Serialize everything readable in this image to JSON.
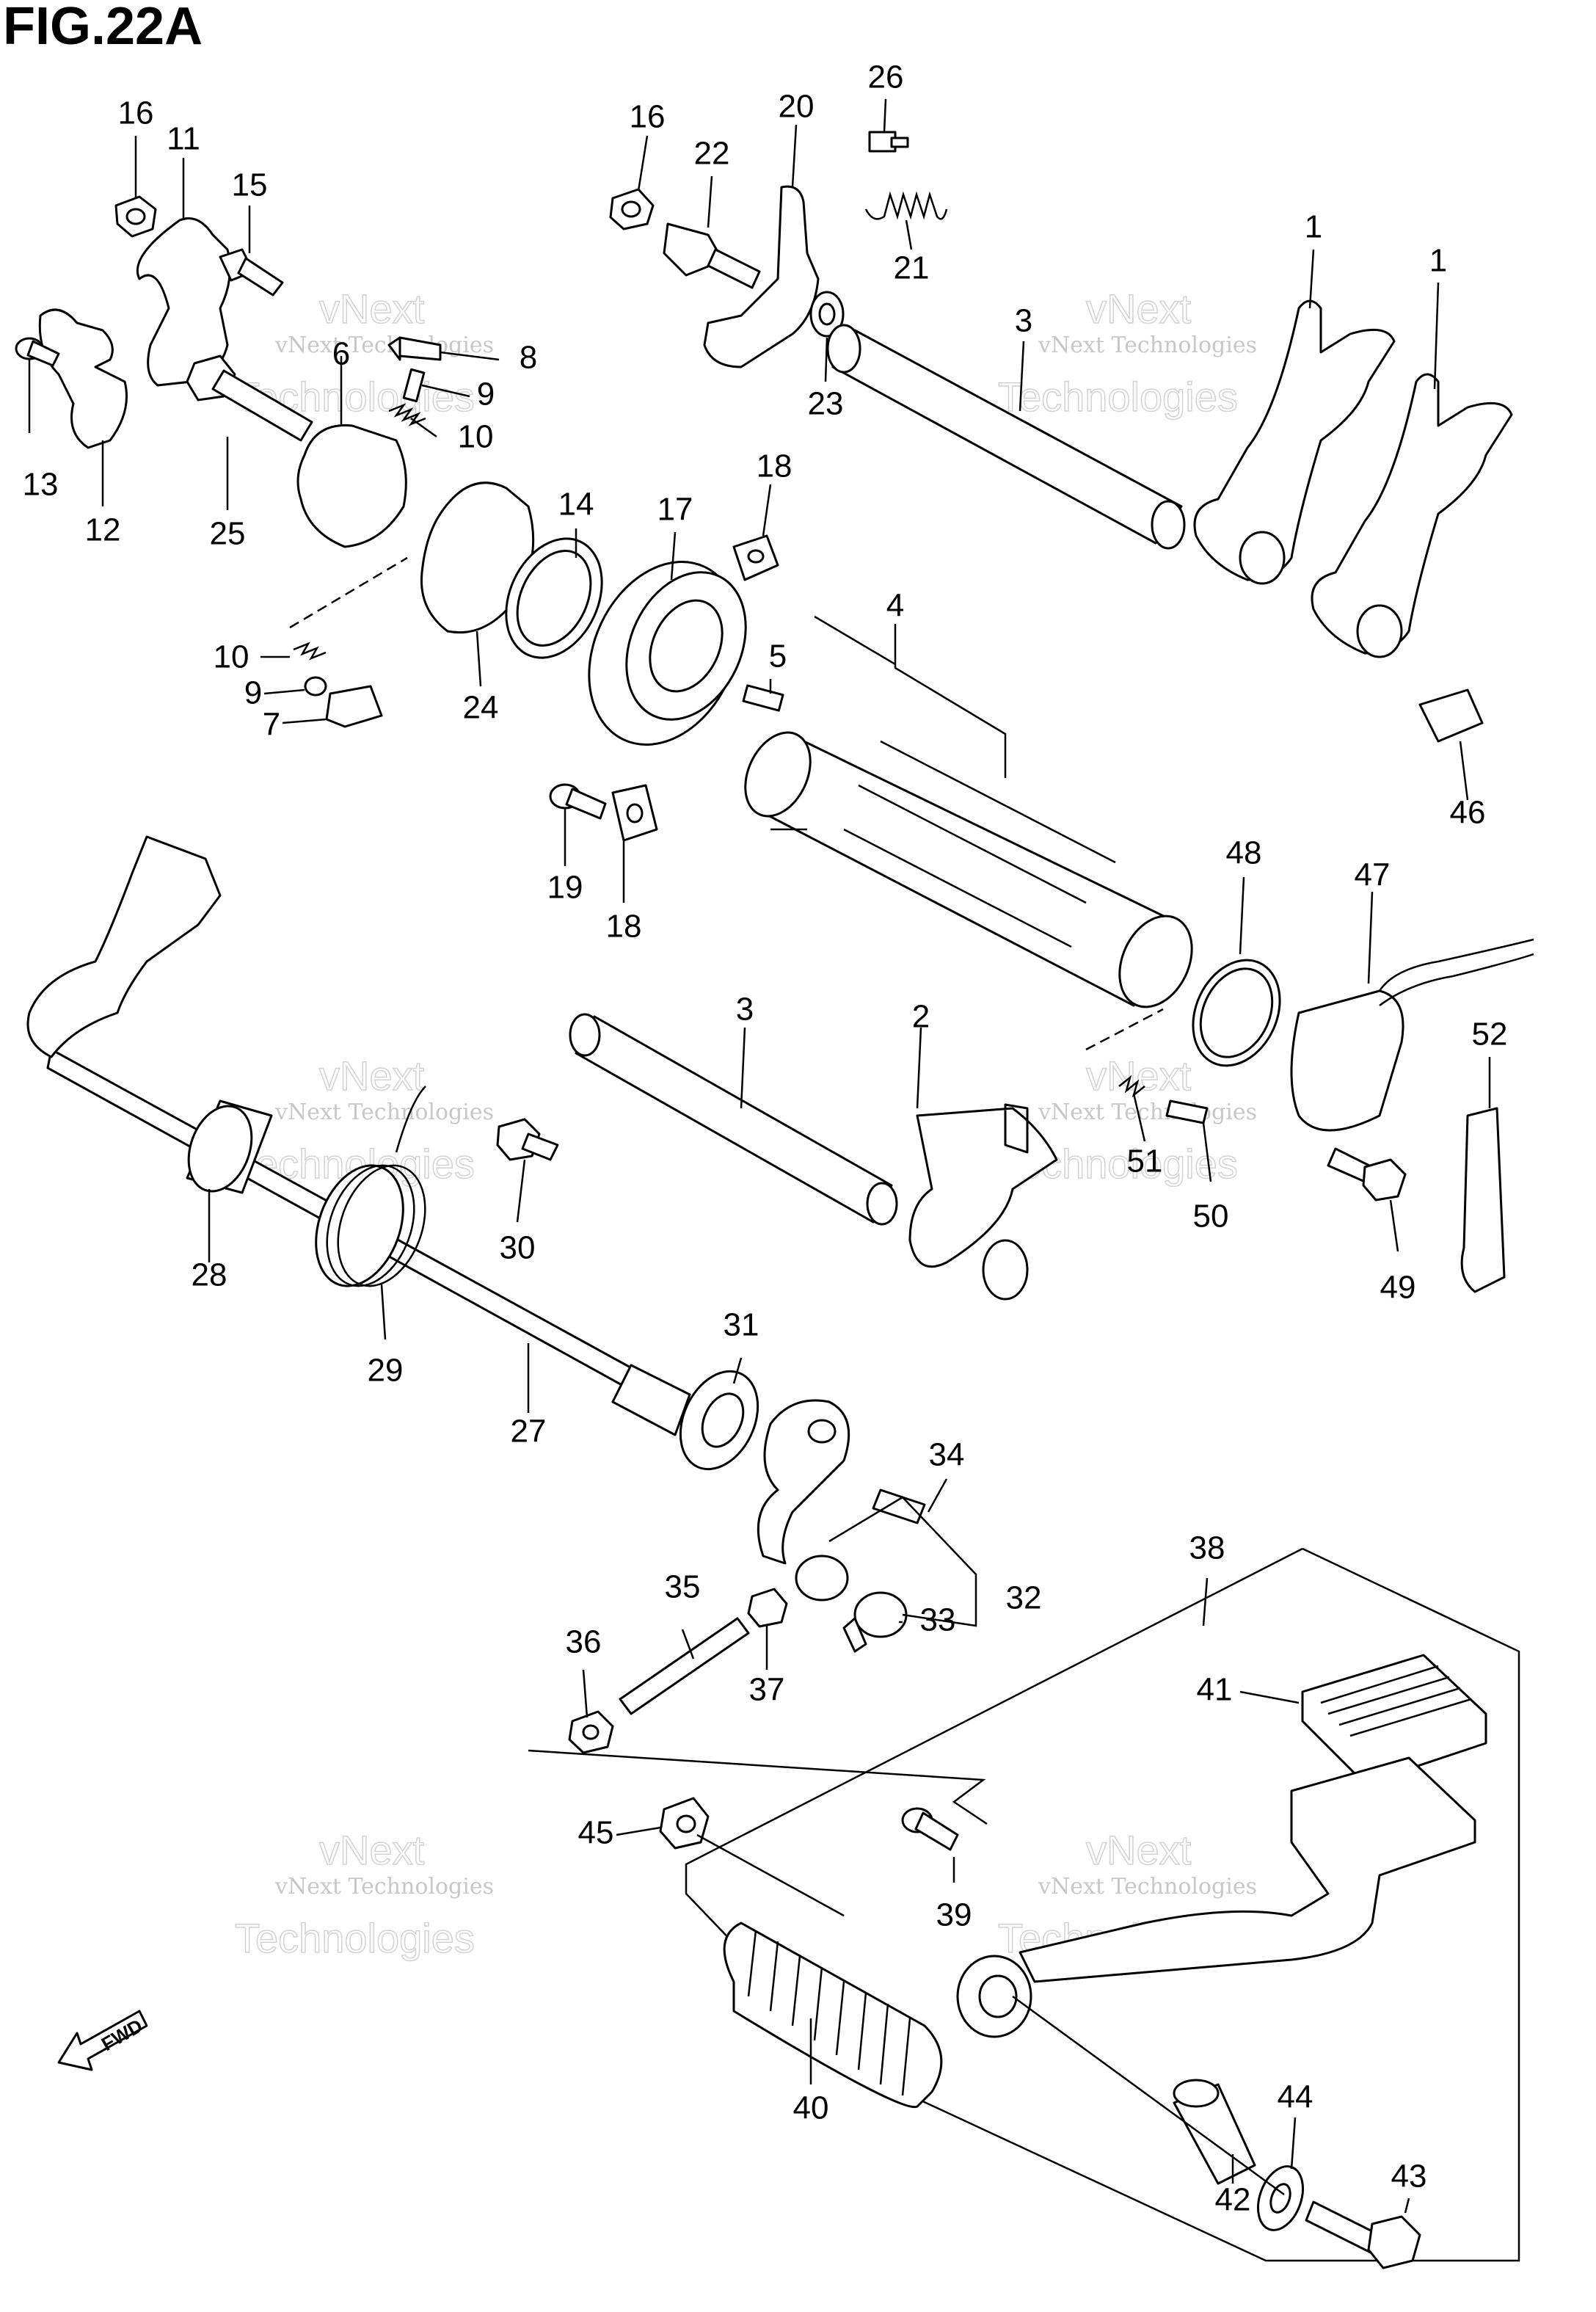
{
  "figure": {
    "title": "FIG.22A"
  },
  "watermark": {
    "line1": "vNext Technologies",
    "line2": "vNext",
    "line3": "Technologies"
  },
  "fwd_label": "FWD",
  "callouts": [
    "16",
    "11",
    "15",
    "13",
    "12",
    "6",
    "8",
    "9",
    "10",
    "25",
    "16",
    "22",
    "20",
    "26",
    "21",
    "23",
    "3",
    "1",
    "1",
    "14",
    "17",
    "18",
    "10",
    "9",
    "7",
    "24",
    "5",
    "4",
    "19",
    "18",
    "46",
    "48",
    "47",
    "3",
    "2",
    "52",
    "51",
    "50",
    "49",
    "28",
    "30",
    "29",
    "27",
    "31",
    "34",
    "32",
    "33",
    "35",
    "36",
    "37",
    "38",
    "41",
    "45",
    "39",
    "40",
    "44",
    "43",
    "42"
  ]
}
